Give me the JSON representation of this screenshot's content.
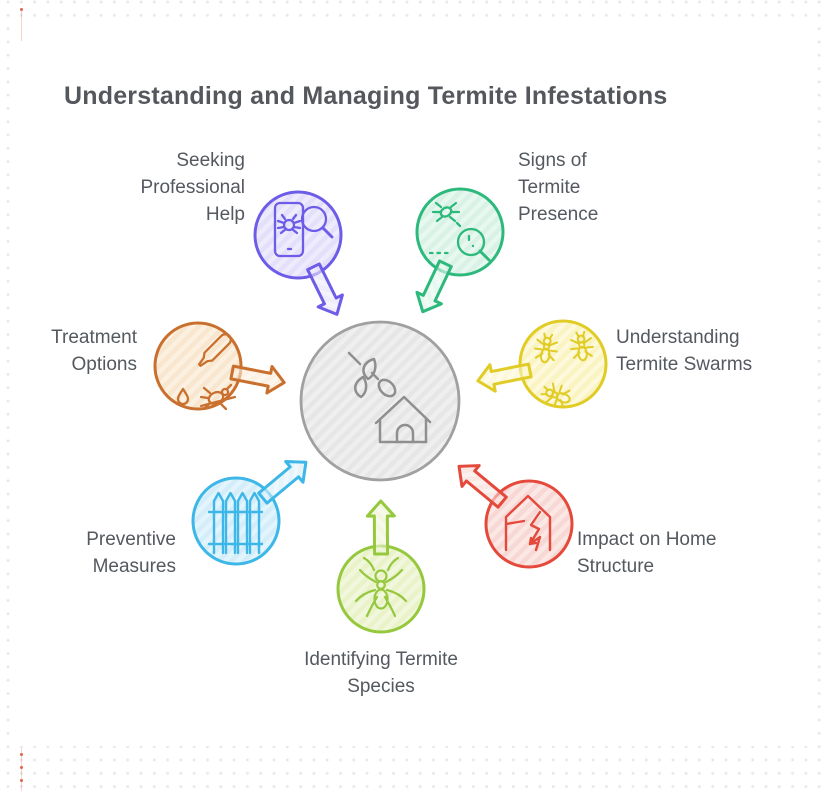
{
  "title": {
    "text": "Understanding and Managing Termite Infestations",
    "color": "#54575c"
  },
  "text_color": "#54595f",
  "background": {
    "dot_color": "#e7e7ee",
    "accent_dot_color": "#e8604c",
    "card_color": "#ffffff"
  },
  "center_node": {
    "name": "termite-infestation-hub",
    "icon": "termite-attacking-house-icon",
    "stroke": "#a0a0a0",
    "fill": "#efefef"
  },
  "nodes": [
    {
      "label": "Seeking Professional Help",
      "icon": "phone-inspection-icon",
      "color": "#6c5ce8",
      "fill": "#eeebfc"
    },
    {
      "label": "Signs of Termite Presence",
      "icon": "bug-magnifier-icon",
      "color": "#2db97c",
      "fill": "#e6f8f0"
    },
    {
      "label": "Treatment Options",
      "icon": "pesticide-dropper-icon",
      "color": "#c9702e",
      "fill": "#fcf0e1"
    },
    {
      "label": "Understanding Termite Swarms",
      "icon": "termite-swarm-icon",
      "color": "#e0cc25",
      "fill": "#fdf9da"
    },
    {
      "label": "Preventive Measures",
      "icon": "fence-icon",
      "color": "#3cb7e8",
      "fill": "#e2f4fc"
    },
    {
      "label": "Impact on Home Structure",
      "icon": "damaged-house-icon",
      "color": "#e4493c",
      "fill": "#fbe7e4"
    },
    {
      "label": "Identifying Termite Species",
      "icon": "termite-icon",
      "color": "#96c83e",
      "fill": "#f1f7dc"
    }
  ]
}
